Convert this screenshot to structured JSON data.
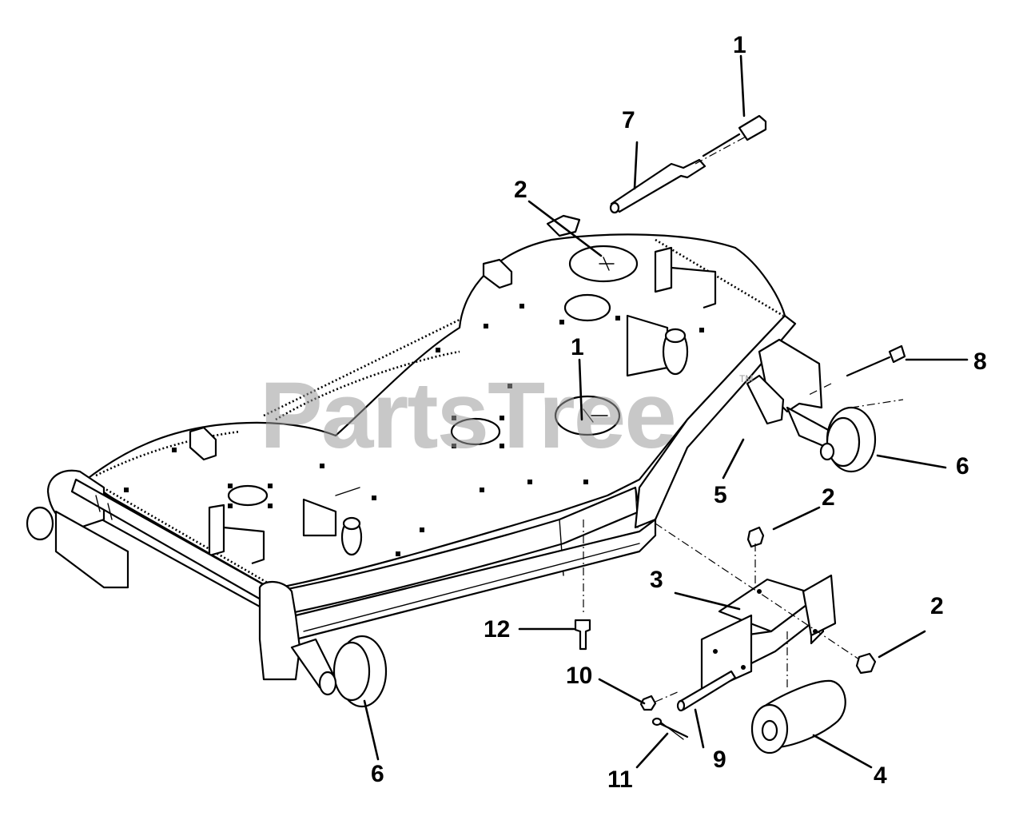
{
  "diagram": {
    "watermark": "PartsTree",
    "watermark_tm": "TM",
    "callouts": [
      "1",
      "7",
      "2",
      "1",
      "8",
      "6",
      "5",
      "2",
      "3",
      "2",
      "12",
      "10",
      "9",
      "11",
      "4",
      "6"
    ]
  }
}
